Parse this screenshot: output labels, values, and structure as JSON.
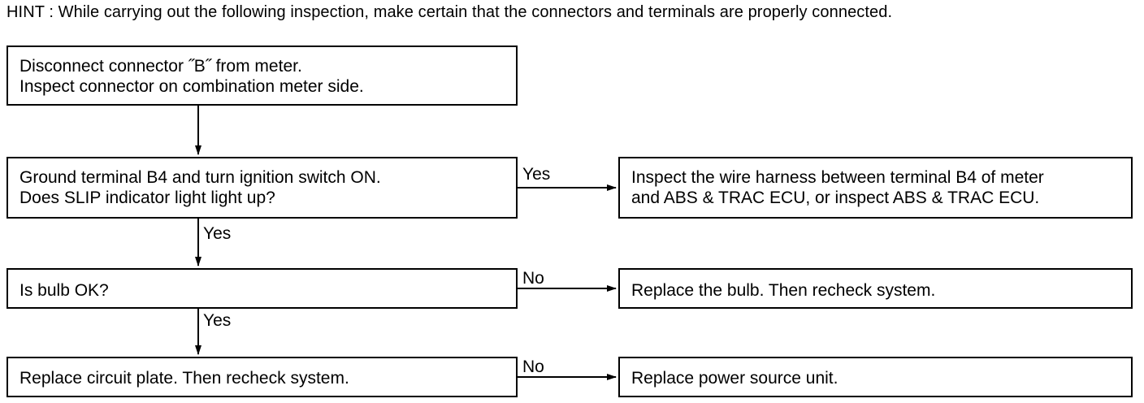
{
  "hint": "HINT : While carrying out the following inspection, make certain that the connectors and terminals are properly connected.",
  "steps": {
    "step1": {
      "line1": "Disconnect connector ˝B˝  from meter.",
      "line2": "Inspect connector on combination meter side."
    },
    "step2": {
      "line1": "Ground terminal B4 and turn ignition switch ON.",
      "line2": "Does SLIP indicator light light up?"
    },
    "step3": {
      "line1": "Is bulb OK?"
    },
    "step4": {
      "line1": "Replace circuit plate. Then recheck system."
    }
  },
  "results": {
    "result2": {
      "line1": "Inspect the wire harness between terminal B4 of meter",
      "line2": "and ABS & TRAC ECU, or inspect ABS & TRAC ECU."
    },
    "result3": {
      "line1": "Replace the bulb. Then recheck system."
    },
    "result4": {
      "line1": "Replace power source unit."
    }
  },
  "labels": {
    "step2_right": "Yes",
    "step2_down": "Yes",
    "step3_right": "No",
    "step3_down": "Yes",
    "step4_right": "No"
  }
}
